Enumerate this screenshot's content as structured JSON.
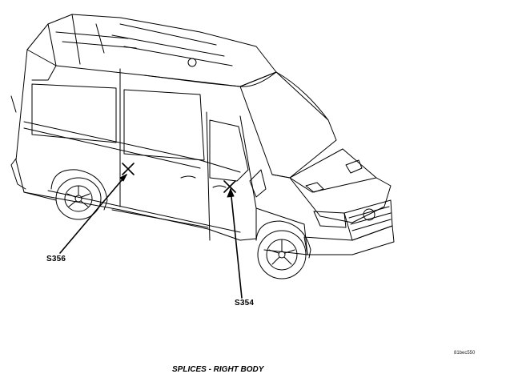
{
  "figure": {
    "caption": "SPLICES - RIGHT BODY",
    "figure_code": "81bec550",
    "subject_icon": "van-outline-icon"
  },
  "callouts": [
    {
      "label": "S356",
      "marker_icon": "splice-x-icon"
    },
    {
      "label": "S354",
      "marker_icon": "splice-x-icon"
    }
  ]
}
